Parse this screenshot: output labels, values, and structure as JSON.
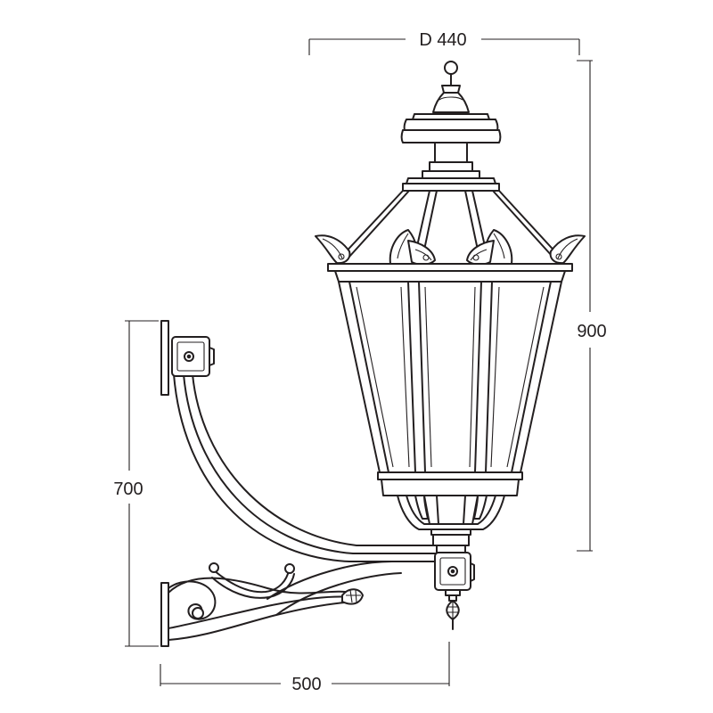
{
  "dimensions": {
    "diameter_label": "D 440",
    "height_label": "900",
    "bracket_height_label": "700",
    "bracket_projection_label": "500"
  },
  "colors": {
    "line": "#231f20",
    "background": "#ffffff"
  }
}
